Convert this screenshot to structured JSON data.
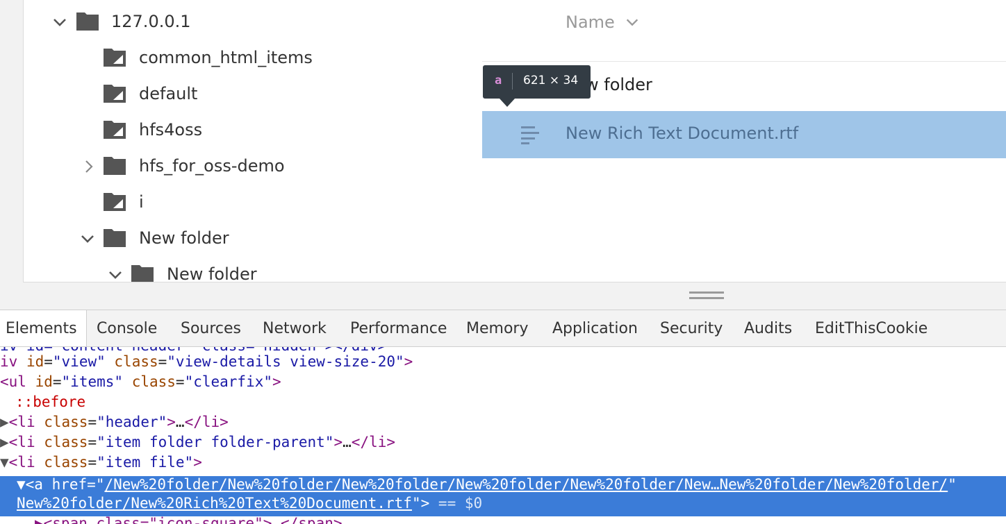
{
  "tree": {
    "root": "127.0.0.1",
    "items": [
      "common_html_items",
      "default",
      "hfs4oss",
      "hfs_for_oss-demo",
      "i",
      "New folder",
      "New folder"
    ]
  },
  "list": {
    "header": "Name",
    "rows": [
      "New folder",
      "New Rich Text Document.rtf"
    ],
    "partial_folder_text": "w folder"
  },
  "tooltip": {
    "tag": "a",
    "dims": "621 × 34"
  },
  "devtools": {
    "tabs": [
      "Elements",
      "Console",
      "Sources",
      "Network",
      "Performance",
      "Memory",
      "Application",
      "Security",
      "Audits",
      "EditThisCookie"
    ],
    "lines": {
      "l0": "iv id=\"content-header\" class=\"hidden\"></div>",
      "l1_pre": "iv ",
      "l1_a1": "id",
      "l1_v1": "\"view\"",
      "l1_a2": "class",
      "l1_v2": "\"view-details view-size-20\"",
      "l2_pre": "<ul ",
      "l2_a1": "id",
      "l2_v1": "\"items\"",
      "l2_a2": "class",
      "l2_v2": "\"clearfix\"",
      "l3": "::before",
      "l4_v": "\"header\"",
      "l5_v": "\"item folder folder-parent\"",
      "l6_v": "\"item file\"",
      "sel_href": "/New%20folder/New%20folder/New%20folder/New%20folder/New%20folder/New…New%20folder/New%20folder/",
      "sel_href2": "New%20folder/New%20Rich%20Text%20Document.rtf",
      "sel_eq": "== $0",
      "l9": "▶<span class=\"icon-square\">…</span>"
    }
  }
}
